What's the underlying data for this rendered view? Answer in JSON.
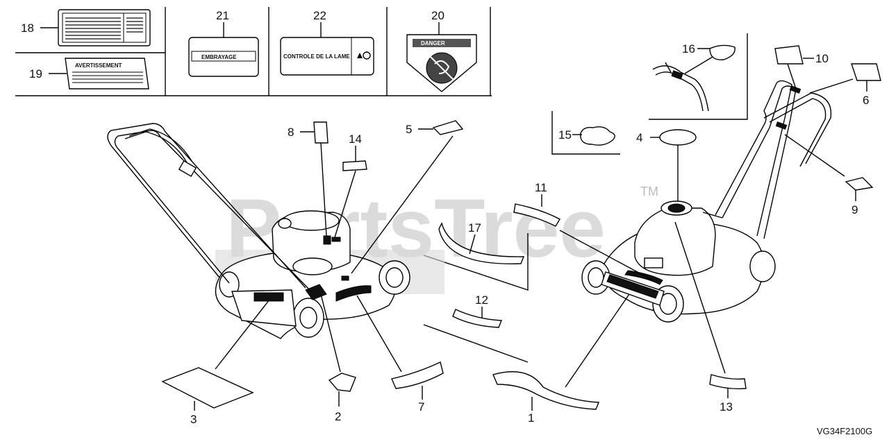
{
  "watermark": "PartsTree",
  "trademark": "TM",
  "diagram_code": "VG34F2100G",
  "decal_texts": {
    "embrayage": "EMBRAYAGE",
    "controle": "CONTROLE DE LA LAME",
    "danger": "DANGER",
    "avertissement": "AVERTISSEMENT"
  },
  "callouts": {
    "c1": "1",
    "c2": "2",
    "c3": "3",
    "c4": "4",
    "c5": "5",
    "c6": "6",
    "c7": "7",
    "c8": "8",
    "c9": "9",
    "c10": "10",
    "c11": "11",
    "c12": "12",
    "c13": "13",
    "c14": "14",
    "c15": "15",
    "c16": "16",
    "c17": "17",
    "c18": "18",
    "c19": "19",
    "c20": "20",
    "c21": "21",
    "c22": "22"
  }
}
